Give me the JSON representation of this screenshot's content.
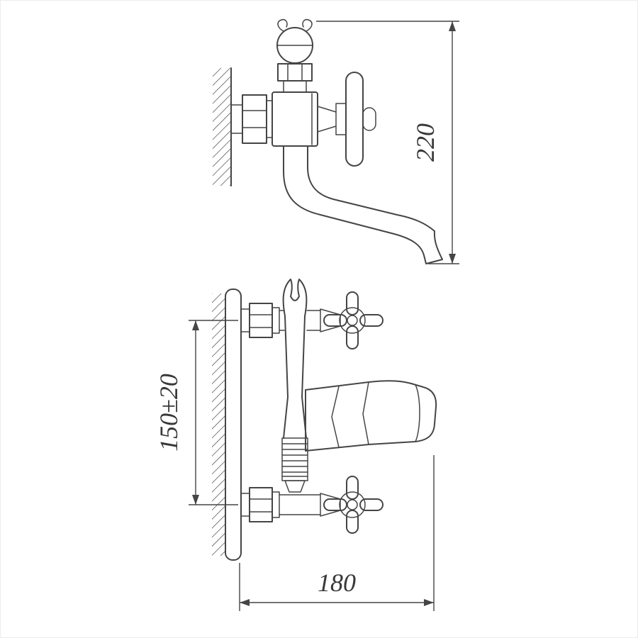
{
  "colors": {
    "line": "#454545",
    "text": "#383838",
    "background": "#ffffff"
  },
  "drawing": {
    "kind": "wall-mounted bath faucet, two orthographic views",
    "side_view": {
      "dimension_height": "220"
    },
    "front_view": {
      "dimension_inlet_spacing": "150±20",
      "dimension_spout_reach": "180"
    }
  }
}
